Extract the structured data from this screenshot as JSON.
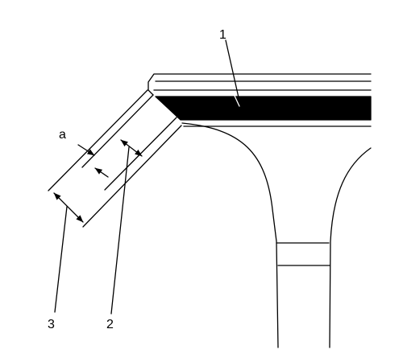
{
  "labels": {
    "part1": "1",
    "part2": "2",
    "part3": "3",
    "dim_a": "a"
  },
  "colors": {
    "line": "#000000",
    "background": "#ffffff",
    "band": "#000000"
  }
}
